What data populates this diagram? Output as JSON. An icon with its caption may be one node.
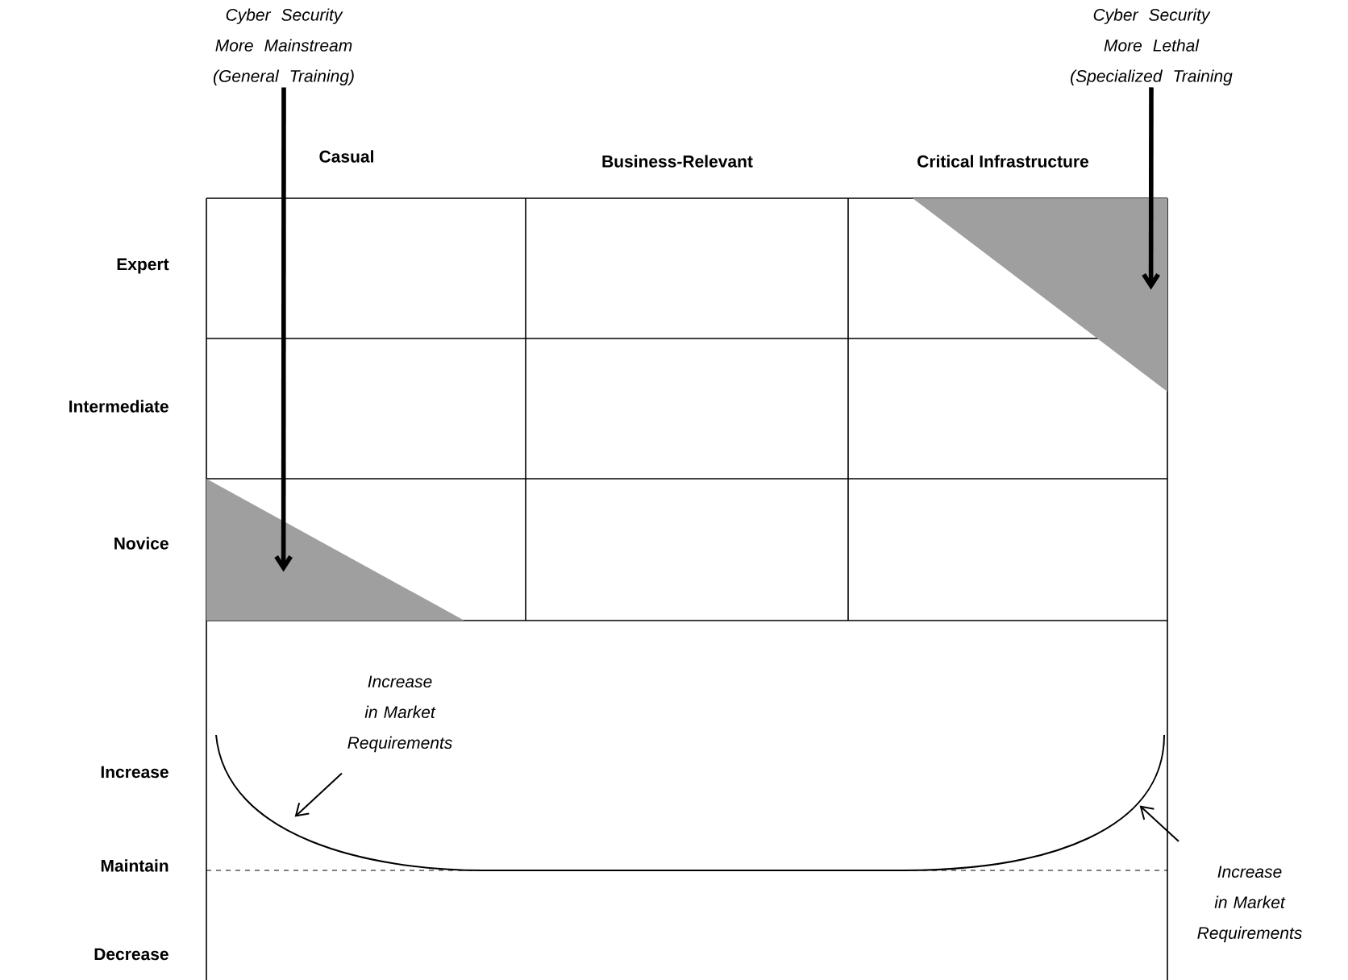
{
  "diagram": {
    "nodes": [
      {
        "text": [
          "Cyber Security More Mainstream (General Training)"
        ]
      },
      {
        "text": [
          "Cyber Security More Lethal (Specialized Training"
        ]
      },
      {
        "text": [],
        "shape": "triangle"
      },
      {
        "text": [],
        "shape": "triangle"
      },
      {
        "text": [
          "Increase in Market Requirements"
        ]
      },
      {
        "text": [
          "Increase in Market Requirements"
        ]
      },
      {
        "text": [],
        "shape": "curve"
      }
    ],
    "edges": [
      {
        "from": 0,
        "to": 2,
        "arrow": "to",
        "style": "thick"
      },
      {
        "from": 1,
        "to": 3,
        "arrow": "to",
        "style": "thick"
      },
      {
        "from": 4,
        "to": 6,
        "arrow": "to"
      },
      {
        "from": 5,
        "to": 6,
        "arrow": "to"
      }
    ],
    "labels": [
      "Casual",
      "Business-Relevant",
      "Critical Infrastructure",
      "Expert",
      "Intermediate",
      "Novice",
      "Increase",
      "Maintain",
      "Decrease"
    ]
  }
}
